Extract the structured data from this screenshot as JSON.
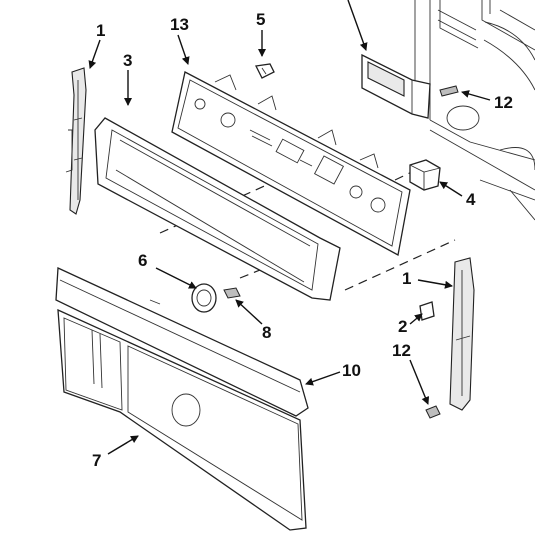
{
  "diagram": {
    "callouts": [
      {
        "id": "p1a",
        "label": "1"
      },
      {
        "id": "p3",
        "label": "3"
      },
      {
        "id": "p13",
        "label": "13"
      },
      {
        "id": "p5",
        "label": "5"
      },
      {
        "id": "p12a",
        "label": "12"
      },
      {
        "id": "p4",
        "label": "4"
      },
      {
        "id": "p6",
        "label": "6"
      },
      {
        "id": "p8",
        "label": "8"
      },
      {
        "id": "p1b",
        "label": "1"
      },
      {
        "id": "p2",
        "label": "2"
      },
      {
        "id": "p12b",
        "label": "12"
      },
      {
        "id": "p10",
        "label": "10"
      },
      {
        "id": "p7",
        "label": "7"
      }
    ]
  }
}
